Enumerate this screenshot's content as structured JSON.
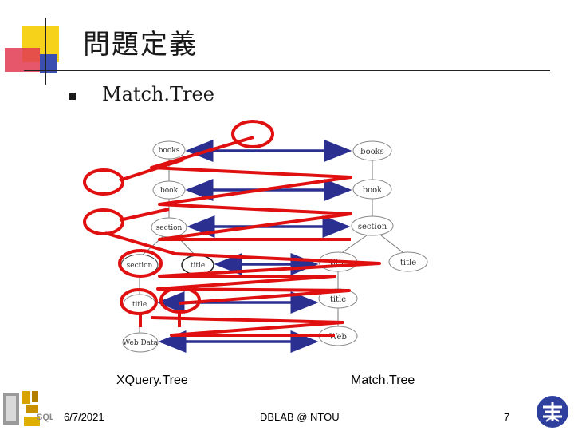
{
  "slide": {
    "title": "問題定義",
    "bullet": "Match.Tree",
    "left_caption": "XQuery.Tree",
    "right_caption": "Match.Tree"
  },
  "footer": {
    "date": "6/7/2021",
    "center": "DBLAB @ NTOU",
    "page": "7"
  },
  "left_tree": {
    "nodes": [
      "books",
      "book",
      "section",
      "section",
      "title",
      "title",
      "Web Data"
    ]
  },
  "right_tree": {
    "nodes": [
      "books",
      "book",
      "section",
      "title",
      "title",
      "title",
      "Web"
    ]
  },
  "colors": {
    "match_line": "#e01010",
    "arrow": "#2b2f8f",
    "deco_yellow": "#f6d21b",
    "deco_red": "#e23a52",
    "deco_blue": "#3b4fb0"
  },
  "icons": [
    "lab-logo-icon",
    "ntou-logo-icon"
  ]
}
